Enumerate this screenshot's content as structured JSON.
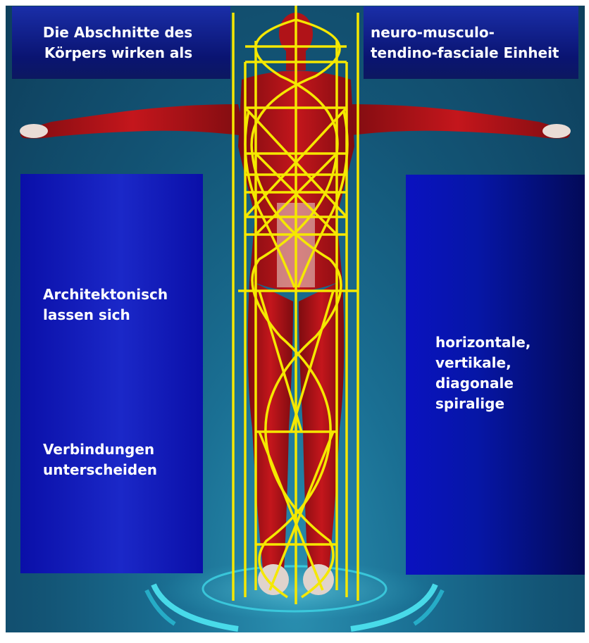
{
  "panels": {
    "top_left": [
      "Die Abschnitte des",
      "Körpers wirken als"
    ],
    "top_right": [
      "neuro-musculo-",
      "tendino-fasciale Einheit"
    ],
    "left_upper": [
      "Architektonisch",
      "lassen sich"
    ],
    "left_lower": [
      "Verbindungen",
      "unterscheiden"
    ],
    "right": [
      "horizontale,",
      "vertikale,",
      "diagonale",
      "spiralige"
    ]
  },
  "colors": {
    "panel_blue": "#0a14b0",
    "muscle_red": "#b5141a",
    "line_yellow": "#f5e800",
    "platform_cyan": "#3fd6e6"
  },
  "icons": [
    "human-muscle-figure",
    "glowing-platform-rings"
  ]
}
